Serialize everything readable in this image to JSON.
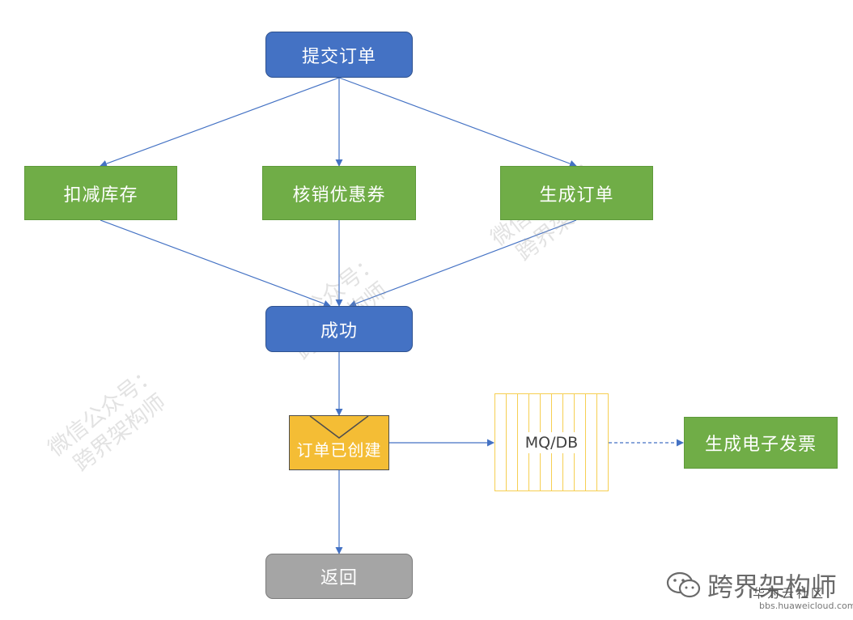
{
  "nodes": {
    "submit_order": "提交订单",
    "deduct_inventory": "扣减库存",
    "redeem_coupon": "核销优惠券",
    "create_order": "生成订单",
    "success": "成功",
    "order_created": "订单已创建",
    "mq_db": "MQ/DB",
    "generate_invoice": "生成电子发票",
    "return": "返回"
  },
  "watermark": {
    "line1": "微信公众号：",
    "line2": "跨界架构师"
  },
  "branding": {
    "channel_name": "跨界架构师",
    "community_name": "华为云社区",
    "community_url": "bbs.huaweicloud.com"
  },
  "colors": {
    "blue": "#4472c4",
    "green": "#70ad47",
    "gray": "#a5a5a5",
    "orange": "#f4bd35",
    "mq_border": "#f6cf52",
    "connector": "#4472c4"
  }
}
